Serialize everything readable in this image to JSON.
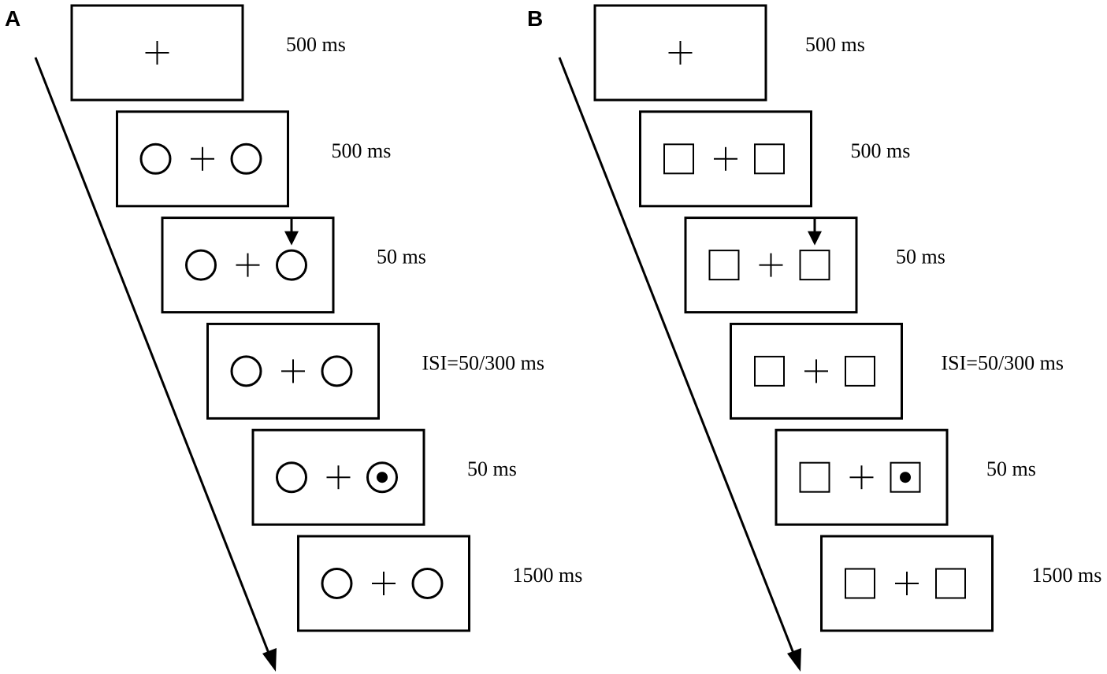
{
  "colors": {
    "background": "#ffffff",
    "ink": "#000000"
  },
  "panels": [
    {
      "label": "A",
      "placeholder_shape": "circle",
      "frames": [
        {
          "timing": "500 ms",
          "placeholders": false,
          "cue": false,
          "target": false
        },
        {
          "timing": "500 ms",
          "placeholders": true,
          "cue": false,
          "target": false
        },
        {
          "timing": "50 ms",
          "placeholders": true,
          "cue": true,
          "target": false
        },
        {
          "timing": "ISI=50/300 ms",
          "placeholders": true,
          "cue": false,
          "target": false
        },
        {
          "timing": "50 ms",
          "placeholders": true,
          "cue": false,
          "target": true
        },
        {
          "timing": "1500 ms",
          "placeholders": true,
          "cue": false,
          "target": false
        }
      ]
    },
    {
      "label": "B",
      "placeholder_shape": "square",
      "frames": [
        {
          "timing": "500 ms",
          "placeholders": false,
          "cue": false,
          "target": false
        },
        {
          "timing": "500 ms",
          "placeholders": true,
          "cue": false,
          "target": false
        },
        {
          "timing": "50 ms",
          "placeholders": true,
          "cue": true,
          "target": false
        },
        {
          "timing": "ISI=50/300 ms",
          "placeholders": true,
          "cue": false,
          "target": false
        },
        {
          "timing": "50 ms",
          "placeholders": true,
          "cue": false,
          "target": true
        },
        {
          "timing": "1500 ms",
          "placeholders": true,
          "cue": false,
          "target": false
        }
      ]
    }
  ],
  "icons": {
    "fixation": "fixation-cross-icon",
    "cue": "cue-arrow-icon",
    "target": "target-dot-icon",
    "time": "time-arrow-icon"
  }
}
